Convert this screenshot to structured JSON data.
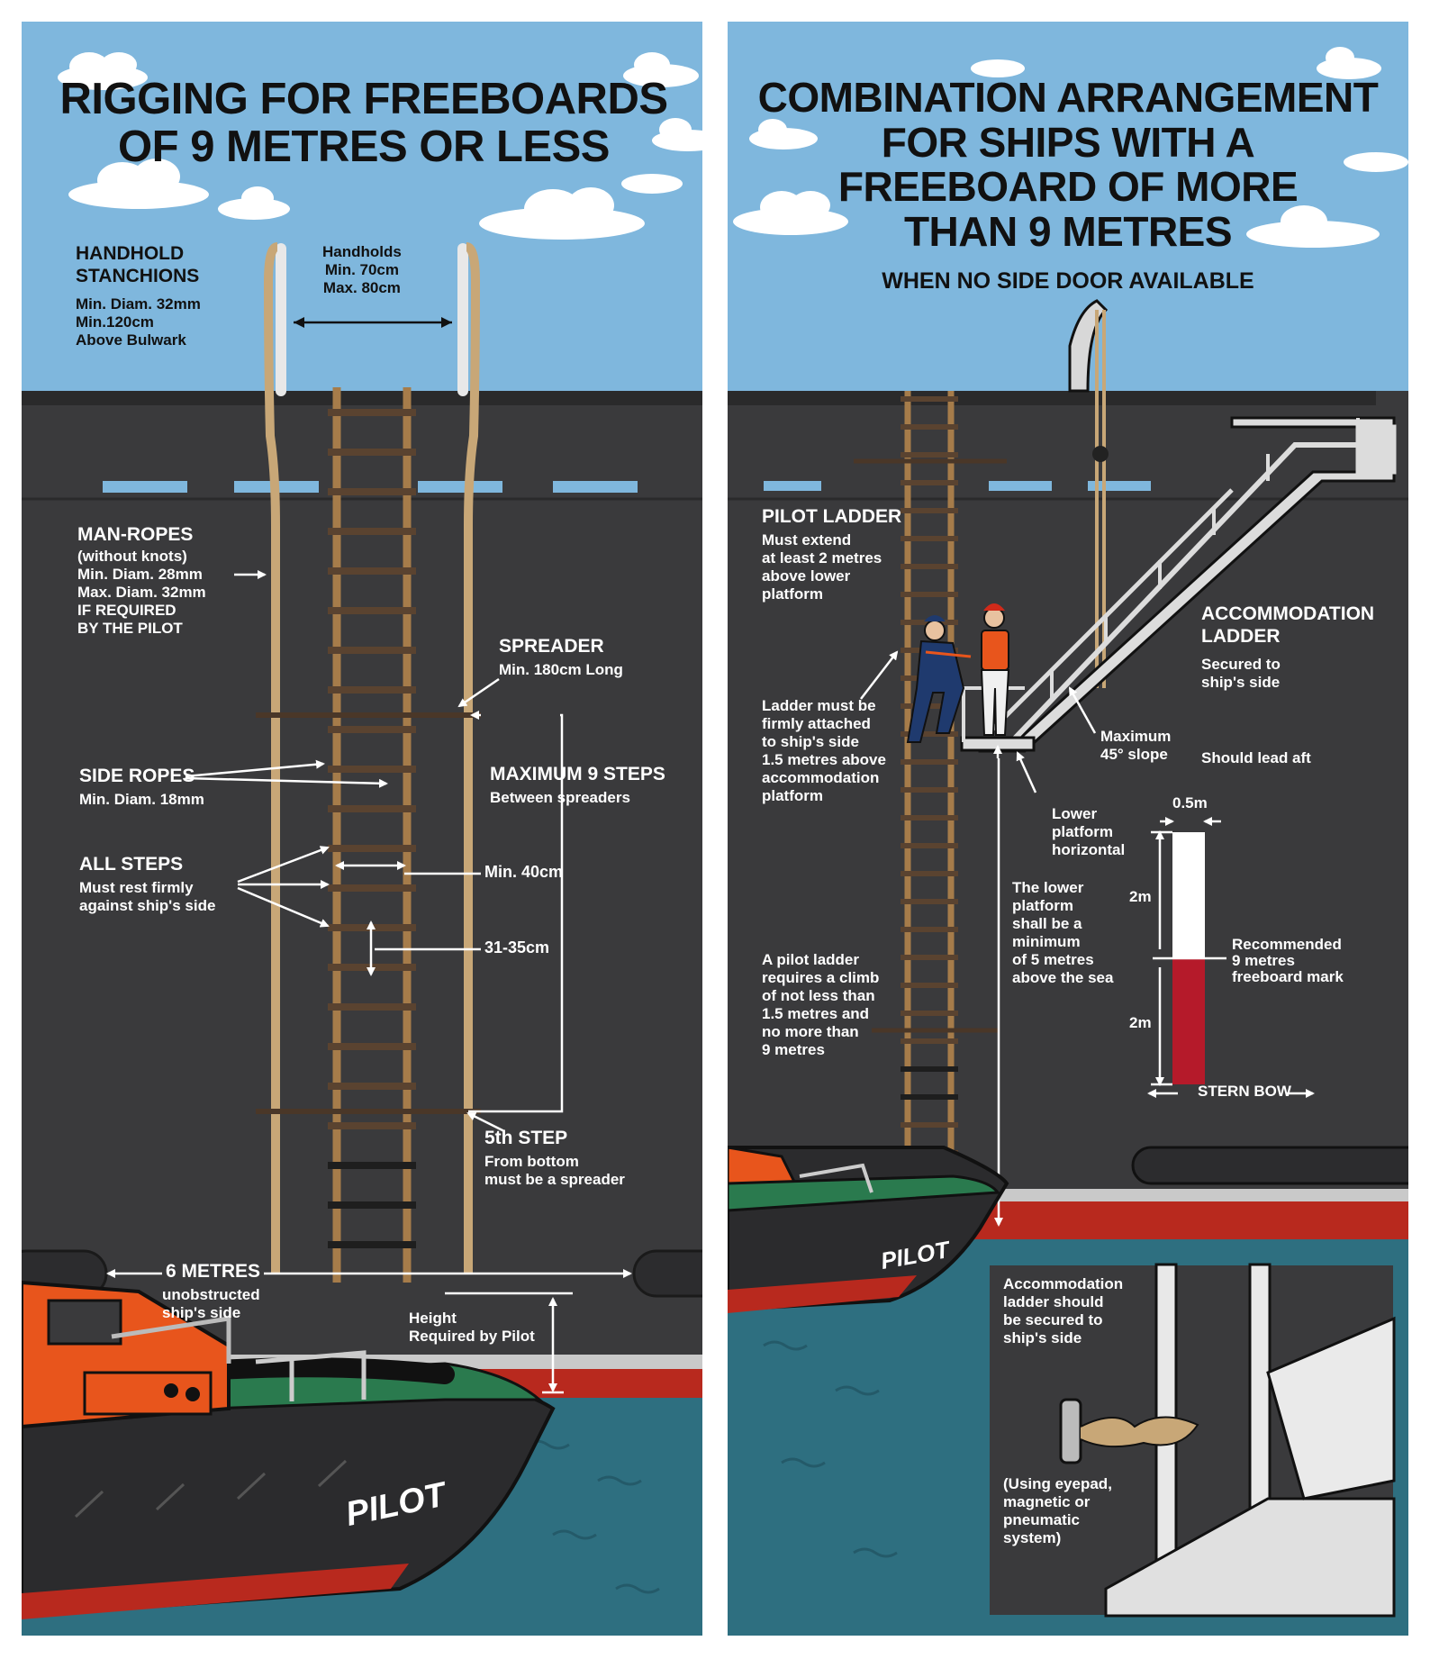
{
  "colors": {
    "sky": "#7fb7dd",
    "hull": "#3a3a3c",
    "sea": "#2e6f80",
    "red_band": "#b8291e",
    "rope": "#c8a777",
    "pilot_boat_orange": "#e8551c",
    "freeboard_red": "#b51a2a",
    "text_white": "#ffffff",
    "text_dark": "#111111"
  },
  "left_panel": {
    "title": "RIGGING FOR FREEBOARDS\nOF 9 METRES OR LESS",
    "handhold_stanchions": {
      "heading": "HANDHOLD\nSTANCHIONS",
      "detail": "Min. Diam. 32mm\nMin.120cm\nAbove Bulwark"
    },
    "handholds": "Handholds\nMin. 70cm\nMax. 80cm",
    "man_ropes": {
      "heading": "MAN-ROPES",
      "detail": "(without knots)\nMin. Diam. 28mm\nMax. Diam. 32mm\nIF REQUIRED\nBY THE PILOT"
    },
    "spreader": {
      "heading": "SPREADER",
      "detail": "Min. 180cm Long"
    },
    "side_ropes": {
      "heading": "SIDE ROPES",
      "detail": "Min. Diam. 18mm"
    },
    "maximum_steps": {
      "heading": "MAXIMUM 9 STEPS",
      "detail": "Between spreaders"
    },
    "all_steps": {
      "heading": "ALL  STEPS",
      "detail": "Must rest firmly\nagainst ship's side"
    },
    "min_40cm": "Min. 40cm",
    "step_spacing": "31-35cm",
    "fifth_step": {
      "heading": "5th STEP",
      "detail": "From bottom\nmust be a spreader"
    },
    "six_metres": {
      "heading": "6 METRES",
      "detail": "unobstructed\nship's side"
    },
    "height": "Height\nRequired by Pilot",
    "boat_label": "PILOT"
  },
  "right_panel": {
    "title": "COMBINATION ARRANGEMENT\nFOR SHIPS WITH A\nFREEBOARD OF MORE\nTHAN 9 METRES",
    "subtitle": "WHEN NO SIDE DOOR AVAILABLE",
    "pilot_ladder": {
      "heading": "PILOT LADDER",
      "detail": "Must extend\nat least 2 metres\nabove lower\nplatform"
    },
    "accommodation_ladder": {
      "heading": "ACCOMMODATION\nLADDER",
      "detail": "Secured to\nship's side"
    },
    "firmly_attached": "Ladder must be\nfirmly attached\nto ship's side\n1.5 metres above\naccommodation\nplatform",
    "maximum_slope": "Maximum\n45° slope",
    "lead_aft": "Should lead aft",
    "lower_platform": "Lower\nplatform\nhorizontal",
    "half_metre": "0.5m",
    "two_m_upper": "2m",
    "two_m_lower": "2m",
    "recommended_mark": "Recommended\n9 metres\nfreeboard mark",
    "stern_bow": "STERN  BOW",
    "lower_platform_height": "The lower\nplatform\nshall be a\nminimum\nof 5 metres\nabove the sea",
    "climb_requirement": "A pilot ladder\nrequires a climb\nof not less than\n1.5 metres and\nno more than\n9 metres",
    "inset_text": "Accommodation\nladder should\nbe secured to\nship's side",
    "inset_note": "(Using eyepad,\nmagnetic or\npneumatic\nsystem)",
    "boat_label": "PILOT"
  }
}
